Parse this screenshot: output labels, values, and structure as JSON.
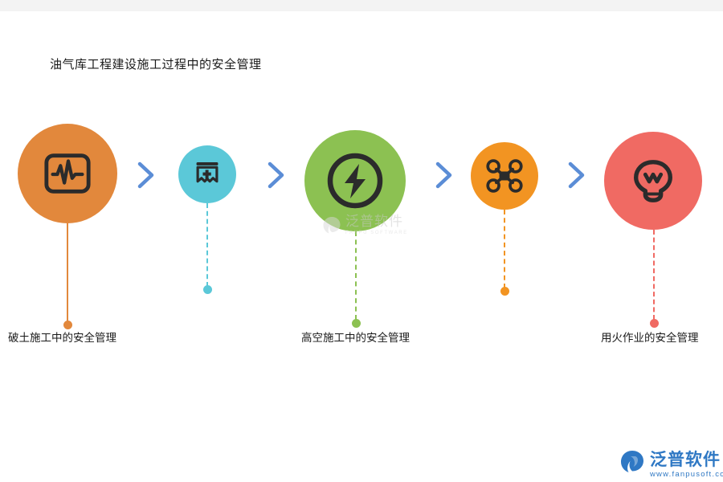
{
  "page": {
    "title": "油气库工程建设施工过程中的安全管理",
    "background": "#ffffff",
    "top_strip_color": "#f3f3f3"
  },
  "colors": {
    "node1": "#e2883c",
    "node2": "#5bc8d8",
    "node3": "#8cc152",
    "node4": "#f29422",
    "node5": "#f06a63",
    "arrow": "#5b8dd6",
    "icon_dark": "#2b2b2b",
    "caption_text": "#1a1a1a",
    "watermark_blue": "#2f78c4",
    "watermark_gray": "#c9c9c9"
  },
  "diagram": {
    "type": "process-flow",
    "nodes": [
      {
        "id": "node-1",
        "icon": "pulse-monitor-icon",
        "color": "#e2883c",
        "size": 124,
        "caption": "破土施工中的安全管理",
        "stem_style": "solid",
        "has_caption": true
      },
      {
        "id": "node-2",
        "icon": "medical-kit-icon",
        "color": "#5bc8d8",
        "size": 72,
        "caption": "",
        "stem_style": "dashed",
        "has_caption": false
      },
      {
        "id": "node-3",
        "icon": "lightning-bolt-circle-icon",
        "color": "#8cc152",
        "size": 126,
        "caption": "高空施工中的安全管理",
        "stem_style": "dashed",
        "has_caption": true
      },
      {
        "id": "node-4",
        "icon": "drone-icon",
        "color": "#f29422",
        "size": 84,
        "caption": "",
        "stem_style": "dashed",
        "has_caption": false
      },
      {
        "id": "node-5",
        "icon": "gas-detector-icon",
        "color": "#f06a63",
        "size": 122,
        "caption": "用火作业的安全管理",
        "stem_style": "dashed",
        "has_caption": true
      }
    ],
    "connectors": [
      {
        "id": "arrow-1",
        "glyph": "chevron-right-icon"
      },
      {
        "id": "arrow-2",
        "glyph": "chevron-right-icon"
      },
      {
        "id": "arrow-3",
        "glyph": "chevron-right-icon"
      },
      {
        "id": "arrow-4",
        "glyph": "chevron-right-icon"
      }
    ]
  },
  "watermark_center": {
    "cn": "泛普软件",
    "en": "FANPU SOFTWARE"
  },
  "watermark_corner": {
    "cn": "泛普软件",
    "en": "www.fanpusoft.com"
  }
}
